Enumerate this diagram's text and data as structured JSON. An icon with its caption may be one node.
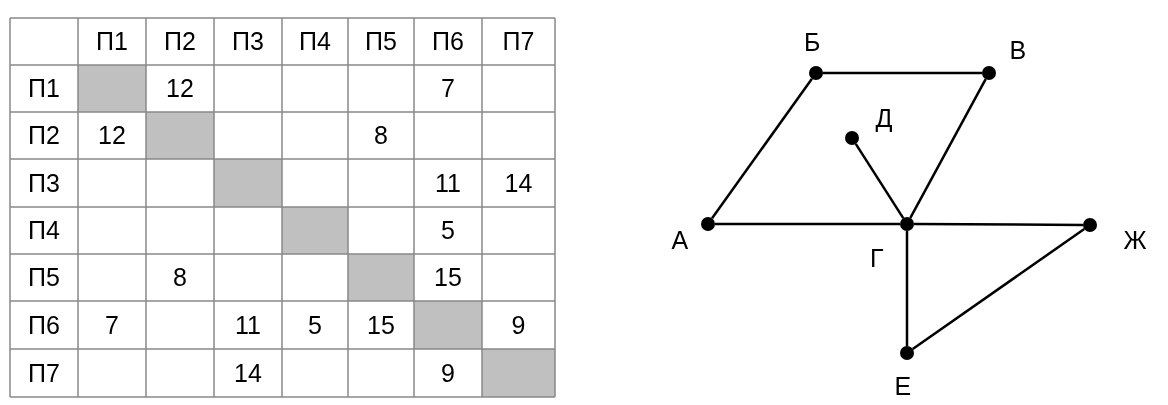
{
  "diagram": {
    "nodes": [
      {
        "text": [],
        "shape": "circle",
        "beside": [
          "А"
        ]
      },
      {
        "text": [],
        "shape": "circle",
        "beside": [
          "Б"
        ]
      },
      {
        "text": [],
        "shape": "circle",
        "beside": [
          "В"
        ]
      },
      {
        "text": [],
        "shape": "circle",
        "beside": [
          "Д"
        ]
      },
      {
        "text": [],
        "shape": "circle",
        "beside": [
          "Г"
        ]
      },
      {
        "text": [],
        "shape": "circle",
        "beside": [
          "Ж"
        ]
      },
      {
        "text": [],
        "shape": "circle",
        "beside": [
          "Е"
        ]
      }
    ],
    "edges": [
      {
        "from": 0,
        "to": 1,
        "arrow": "none"
      },
      {
        "from": 1,
        "to": 2,
        "arrow": "none"
      },
      {
        "from": 2,
        "to": 4,
        "arrow": "none"
      },
      {
        "from": 3,
        "to": 4,
        "arrow": "none"
      },
      {
        "from": 0,
        "to": 4,
        "arrow": "none"
      },
      {
        "from": 4,
        "to": 5,
        "arrow": "none"
      },
      {
        "from": 4,
        "to": 6,
        "arrow": "none"
      },
      {
        "from": 6,
        "to": 5,
        "arrow": "none"
      }
    ],
    "labels": [
      "П1",
      "П2",
      "П3",
      "П4",
      "П5",
      "П6",
      "П7",
      "П1",
      "12",
      "7",
      "П2",
      "12",
      "8",
      "П3",
      "11",
      "14",
      "П4",
      "5",
      "П5",
      "8",
      "15",
      "П6",
      "7",
      "11",
      "5",
      "15",
      "9",
      "П7",
      "14",
      "9"
    ]
  }
}
